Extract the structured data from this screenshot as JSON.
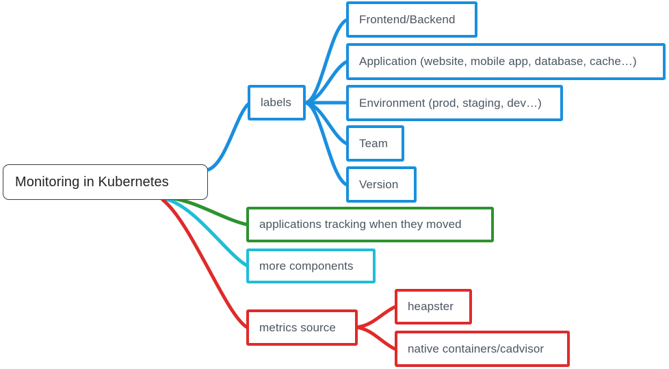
{
  "diagram": {
    "type": "mind-map",
    "title": "Monitoring in Kubernetes",
    "colors": {
      "root_border": "#3c3c3c",
      "blue": "#1a8fde",
      "green": "#2e9230",
      "cyan": "#1fbdd8",
      "red": "#e02a2a",
      "text": "#4a5561",
      "background": "#ffffff"
    },
    "root": {
      "label": "Monitoring in Kubernetes"
    },
    "branches": [
      {
        "id": "labels",
        "label": "labels",
        "color": "#1a8fde",
        "children": [
          {
            "id": "frontend-backend",
            "label": "Frontend/Backend"
          },
          {
            "id": "application",
            "label": "Application (website, mobile app, database, cache…)"
          },
          {
            "id": "environment",
            "label": "Environment (prod, staging, dev…)"
          },
          {
            "id": "team",
            "label": "Team"
          },
          {
            "id": "version",
            "label": "Version"
          }
        ]
      },
      {
        "id": "applications-tracking",
        "label": "applications tracking when they moved",
        "color": "#2e9230",
        "children": []
      },
      {
        "id": "more-components",
        "label": "more components",
        "color": "#1fbdd8",
        "children": []
      },
      {
        "id": "metrics-source",
        "label": "metrics source",
        "color": "#e02a2a",
        "children": [
          {
            "id": "heapster",
            "label": "heapster"
          },
          {
            "id": "native-containers-cadvisor",
            "label": "native containers/cadvisor"
          }
        ]
      }
    ]
  }
}
